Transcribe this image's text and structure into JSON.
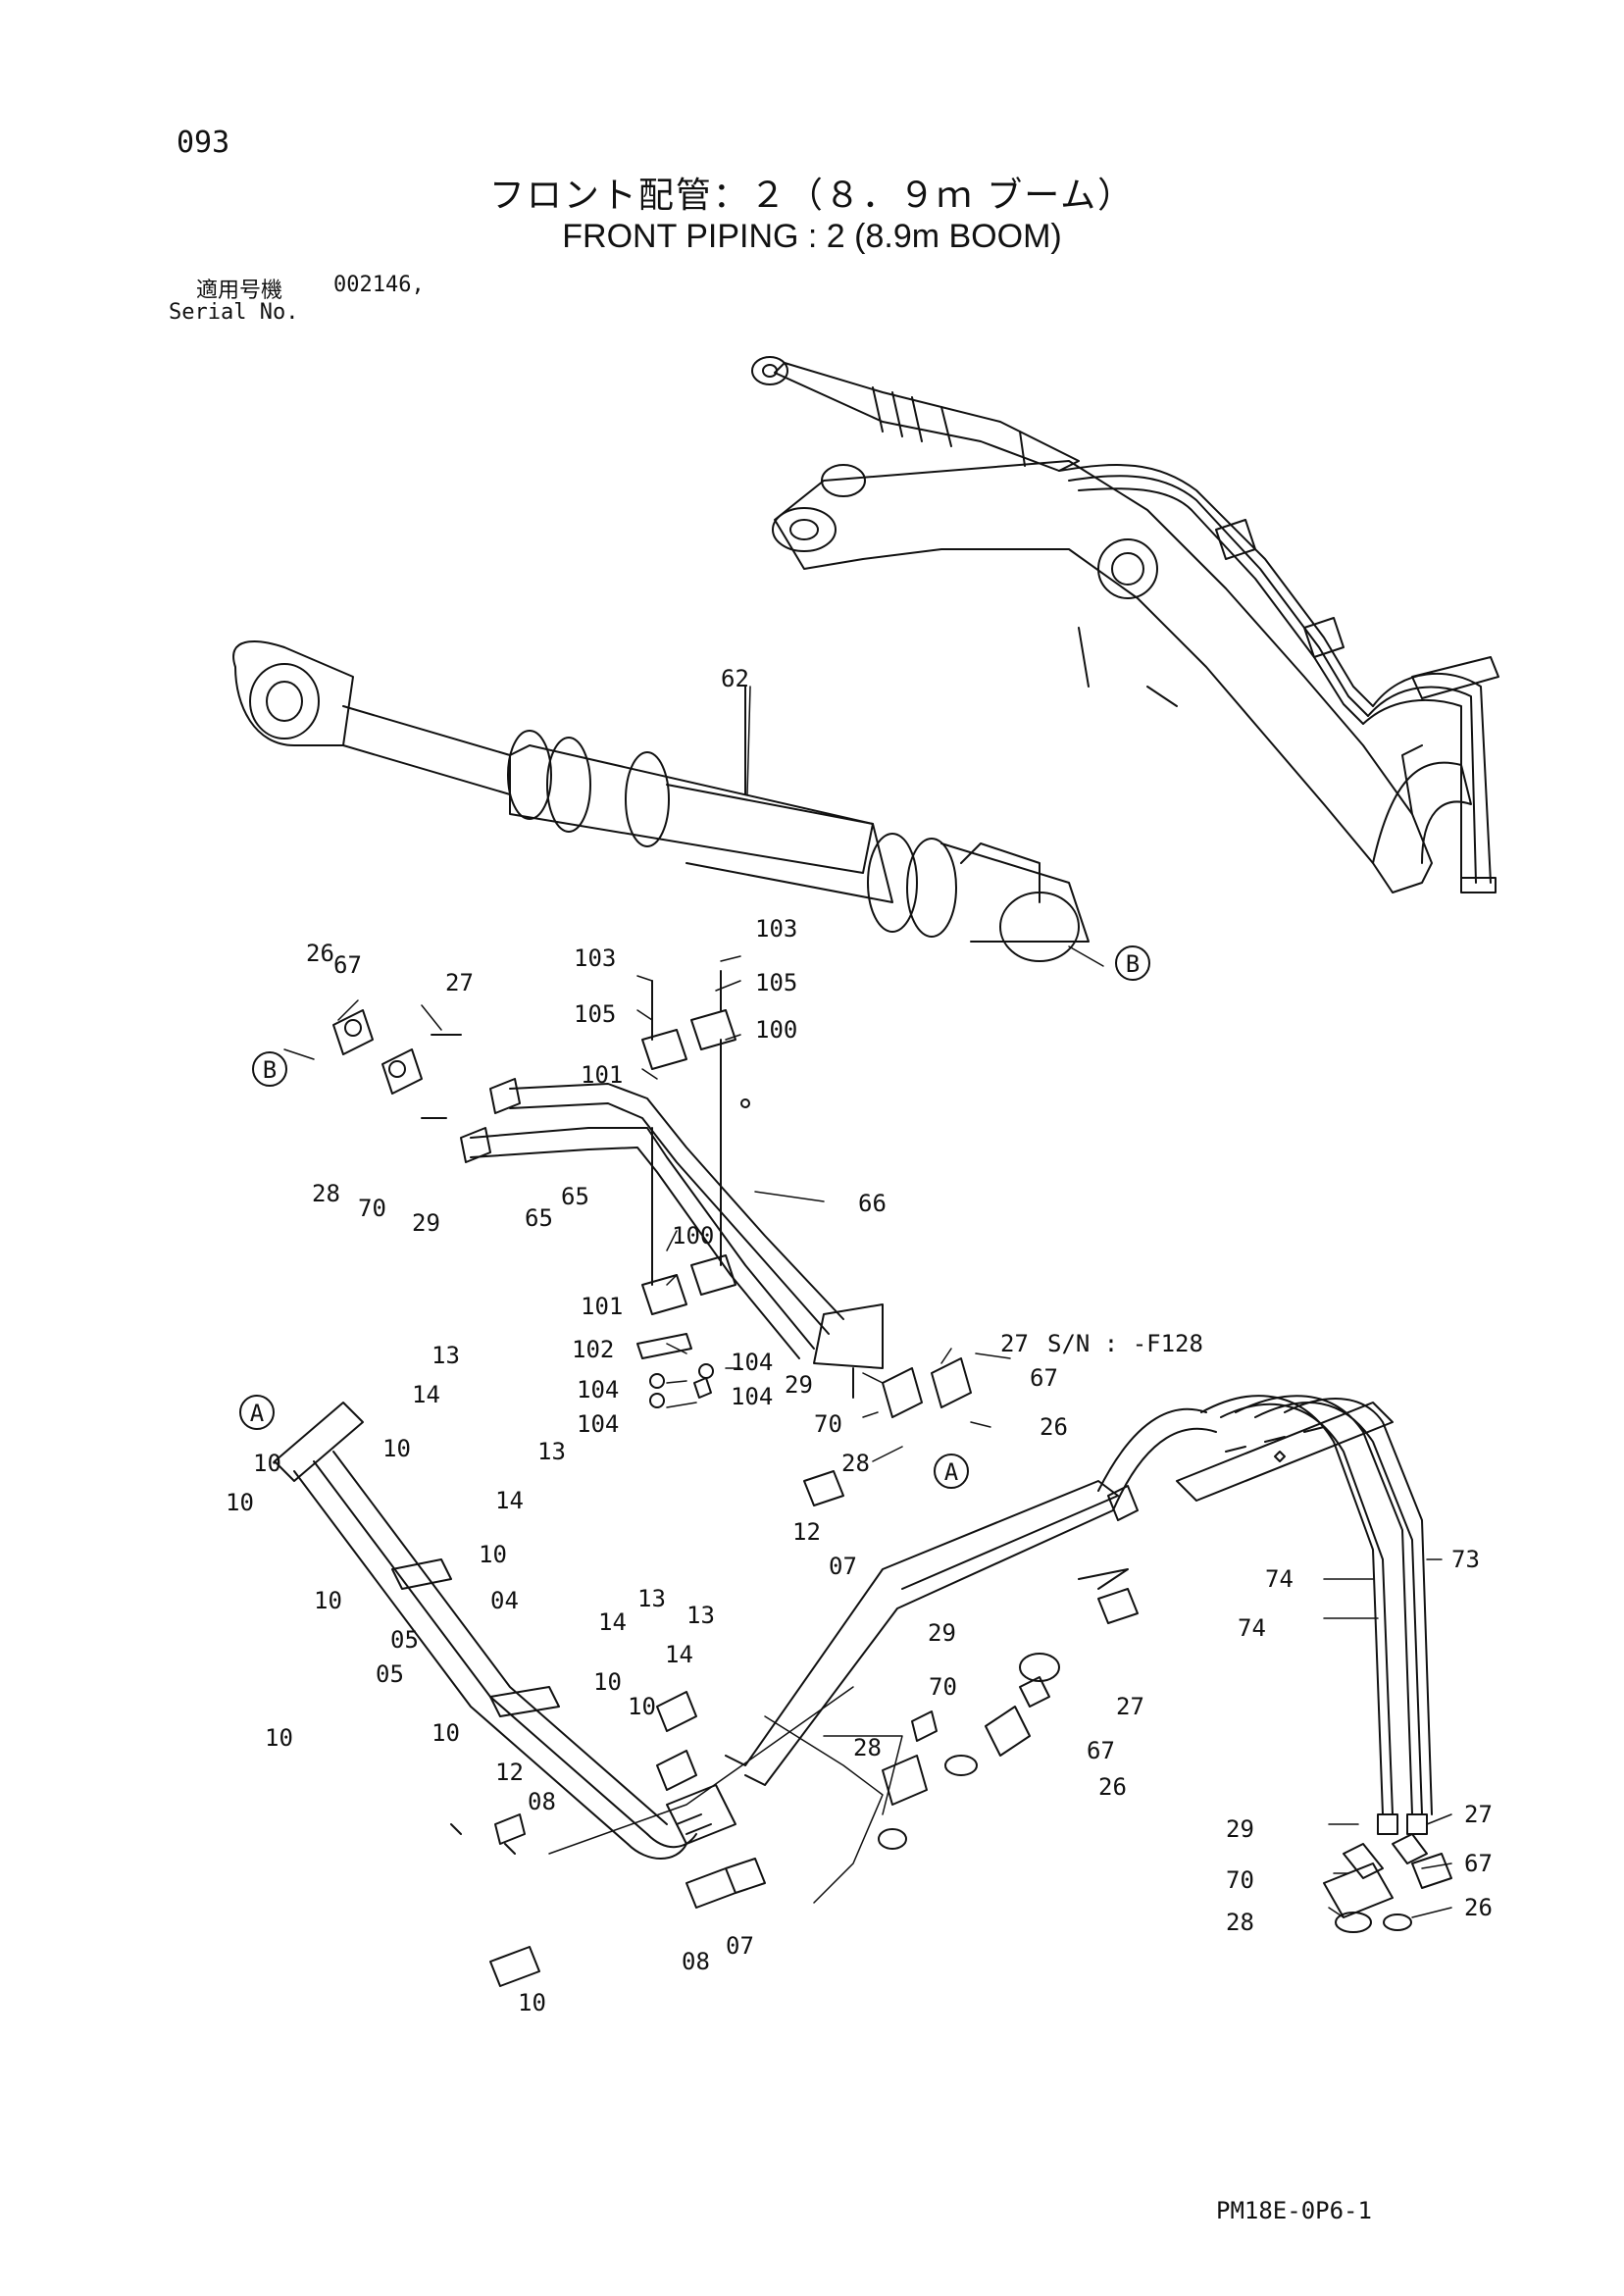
{
  "page_number": "093",
  "title_jp": "フロント配管：２（８．９ｍ ブーム）",
  "title_en": "FRONT PIPING : 2 (8.9m BOOM)",
  "serial_label_jp": "適用号機",
  "serial_value": "002146,",
  "serial_label_en": "Serial No.",
  "doc_code": "PM18E-0P6-1",
  "sn_note": "S/N : -F128",
  "callouts": {
    "c62": "62",
    "c103a": "103",
    "c103b": "103",
    "c105a": "105",
    "c105b": "105",
    "c100a": "100",
    "c100b": "100",
    "c101a": "101",
    "c101b": "101",
    "c102": "102",
    "c104a": "104",
    "c104b": "104",
    "c104c": "104",
    "c104d": "104",
    "c26a": "26",
    "c26b": "26",
    "c26c": "26",
    "c26d": "26",
    "c67a": "67",
    "c67b": "67",
    "c67c": "67",
    "c67d": "67",
    "c27a": "27",
    "c27b": "27",
    "c27c": "27",
    "c27d": "27",
    "c28a": "28",
    "c28b": "28",
    "c28c": "28",
    "c28d": "28",
    "c70a": "70",
    "c70b": "70",
    "c70c": "70",
    "c70d": "70",
    "c29a": "29",
    "c29b": "29",
    "c29c": "29",
    "c29d": "29",
    "c65a": "65",
    "c65b": "65",
    "c66": "66",
    "c13a": "13",
    "c13b": "13",
    "c13c": "13",
    "c13d": "13",
    "c14a": "14",
    "c14b": "14",
    "c14c": "14",
    "c14d": "14",
    "c10a": "10",
    "c10b": "10",
    "c10c": "10",
    "c10d": "10",
    "c10e": "10",
    "c10f": "10",
    "c10g": "10",
    "c10h": "10",
    "c10i": "10",
    "c10j": "10",
    "c04": "04",
    "c05a": "05",
    "c05b": "05",
    "c12a": "12",
    "c12b": "12",
    "c07a": "07",
    "c07b": "07",
    "c08a": "08",
    "c08b": "08",
    "c73": "73",
    "c74a": "74",
    "c74b": "74"
  },
  "markers": {
    "A": "A",
    "B": "B"
  },
  "colors": {
    "ink": "#111111",
    "paper": "#ffffff"
  }
}
